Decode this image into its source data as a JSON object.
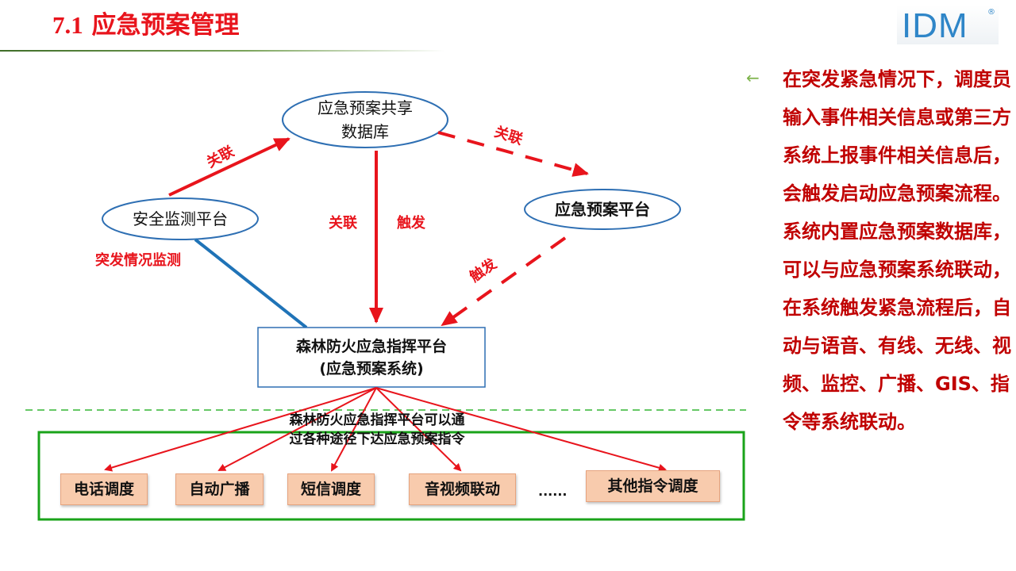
{
  "header": {
    "section_number": "7.1",
    "title": "应急预案管理",
    "logo_text": "IDM",
    "logo_mark": "®"
  },
  "diagram": {
    "node_database": {
      "line1": "应急预案共享",
      "line2": "数据库"
    },
    "node_monitor": "安全监测平台",
    "node_plan_platform": "应急预案平台",
    "node_command": {
      "line1": "森林防火应急指挥平台",
      "line2": "(应急预案系统)"
    },
    "edge_labels": {
      "monitor_to_db": "关联",
      "db_to_plan": "关联",
      "db_to_command_assoc": "关联",
      "db_to_command_trigger": "触发",
      "plan_to_command": "触发",
      "incident_monitoring": "突发情况监测"
    },
    "dispatch_note": {
      "line1": "森林防火应急指挥平台可以通",
      "line2": "过各种途径下达应急预案指令"
    },
    "channels": [
      "电话调度",
      "自动广播",
      "短信调度",
      "音视频联动",
      "其他指令调度"
    ],
    "more": "......",
    "colors": {
      "red": "#e8141c",
      "blue": "#1f73b7",
      "green": "#1aa31a",
      "ellipse_border": "#2e6fb3"
    }
  },
  "sidebar": {
    "bullet_icon": "arrow-left-icon",
    "bullet_glyph": "←",
    "text": "在突发紧急情况下，调度员输入事件相关信息或第三方系统上报事件相关信息后，会触发启动应急预案流程。系统内置应急预案数据库，可以与应急预案系统联动，在系统触发紧急流程后，自动与语音、有线、无线、视频、监控、广播、GIS、指令等系统联动。"
  }
}
